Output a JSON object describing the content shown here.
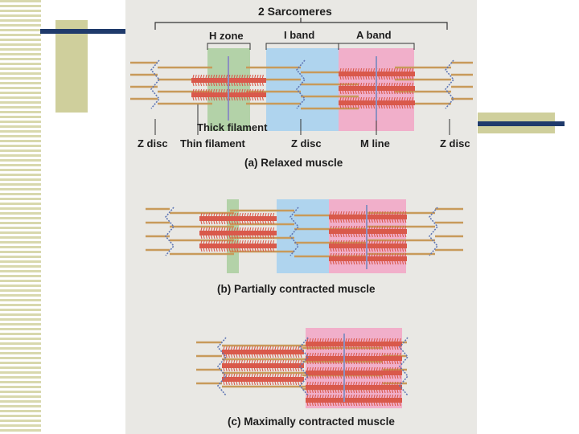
{
  "diagram": {
    "labels": {
      "sarcomeres": "2 Sarcomeres",
      "h_zone": "H zone",
      "i_band": "I band",
      "a_band": "A band",
      "thick_filament": "Thick filament",
      "thin_filament": "Thin filament",
      "z_disc_left": "Z disc",
      "z_disc_mid": "Z disc",
      "z_disc_right": "Z disc",
      "m_line": "M line"
    },
    "captions": {
      "relaxed": "(a) Relaxed muscle",
      "partial": "(b) Partially contracted muscle",
      "maximal": "(c) Maximally contracted muscle"
    },
    "colors": {
      "h_zone": "#a9ce9e",
      "i_band": "#a8d2ee",
      "a_band": "#f2a9c6",
      "thick_filament": "#d9594b",
      "thin_filament": "#c89a5a",
      "z_disc": "#5f76b4",
      "m_line": "#8c8fc0",
      "slide_accent_navy": "#1f3a6b",
      "slide_accent_khaki": "#cfcf9c"
    }
  }
}
